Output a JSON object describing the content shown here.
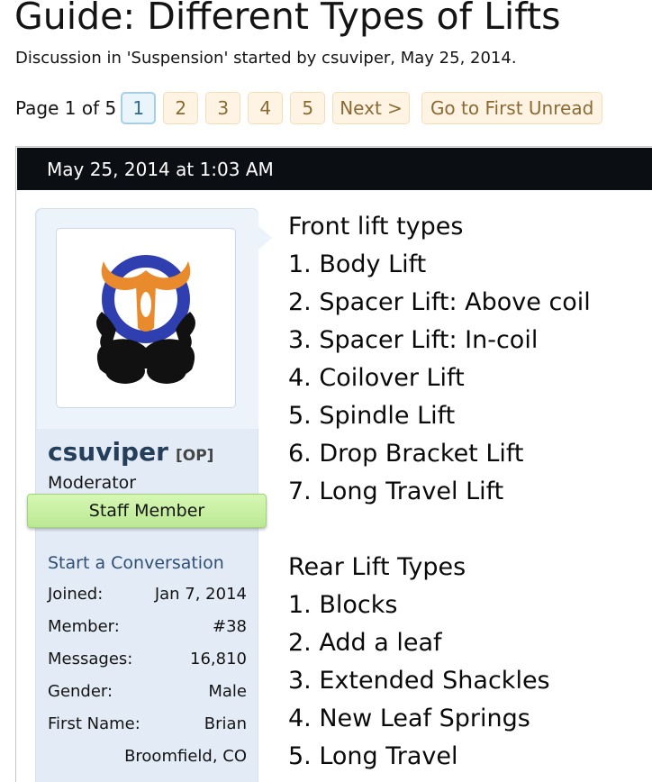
{
  "thread": {
    "title": "Guide: Different Types of Lifts",
    "byline": "Discussion in 'Suspension' started by csuviper, May 25, 2014."
  },
  "pagination": {
    "label": "Page 1 of 5",
    "pages": [
      "1",
      "2",
      "3",
      "4",
      "5"
    ],
    "current": "1",
    "next_label": "Next >",
    "go_first_unread_label": "Go to First Unread"
  },
  "post": {
    "date": "May 25, 2014 at 1:03 AM",
    "user": {
      "name": "csuviper",
      "op_tag": "[OP]",
      "title": "Moderator",
      "badge": "Staff Member",
      "start_conversation": "Start a Conversation",
      "stats": [
        {
          "label": "Joined:",
          "value": "Jan 7, 2014"
        },
        {
          "label": "Member:",
          "value": "#38"
        },
        {
          "label": "Messages:",
          "value": "16,810"
        },
        {
          "label": "Gender:",
          "value": "Male"
        },
        {
          "label": "First Name:",
          "value": "Brian"
        }
      ],
      "location": "Broomfield, CO"
    },
    "body": {
      "front_heading": "Front lift types",
      "front_items": [
        "1. Body Lift",
        "2. Spacer Lift: Above coil",
        "3. Spacer Lift: In-coil",
        "4. Coilover Lift",
        "5. Spindle Lift",
        "6. Drop Bracket Lift",
        "7. Long Travel Lift"
      ],
      "rear_heading": "Rear Lift Types",
      "rear_items": [
        "1. Blocks",
        "2. Add a leaf",
        "3. Extended Shackles",
        "4. New Leaf Springs",
        "5. Long Travel"
      ]
    }
  },
  "colors": {
    "date_bar": "#0b0f14",
    "userinfo_bg": "#e3ecf6",
    "username": "#253e5a",
    "staff_badge": "#c9f0a3",
    "link": "#2f4f75",
    "page_button_bg": "#fff4e4",
    "page_button_text": "#8a6a33",
    "current_page_border": "#a8cde6"
  },
  "icons": {
    "avatar": "horned-skull-logo-avatar"
  }
}
